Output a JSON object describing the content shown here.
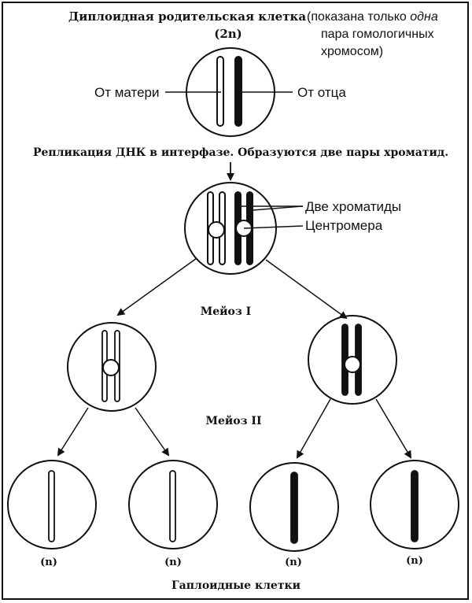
{
  "title": {
    "line1": "Диплоидная родительская клетка",
    "ploidy": "(2n)",
    "note_prefix": "(показана только ",
    "note_em": "одна",
    "note_line2": "пара гомологичных",
    "note_line3": "хромосом)"
  },
  "labels": {
    "from_mother": "От матери",
    "from_father": "От отца",
    "replication": "Репликация ДНК в интерфазе.  Образуются две пары хроматид.",
    "two_chromatids": "Две хроматиды",
    "centromere": "Центромера",
    "meiosis1": "Мейоз I",
    "meiosis2": "Мейоз II",
    "haploid_cells": "Гаплоидные клетки"
  },
  "haploid_label": "(n)",
  "colors": {
    "ink": "#111111",
    "background": "#ffffff"
  }
}
